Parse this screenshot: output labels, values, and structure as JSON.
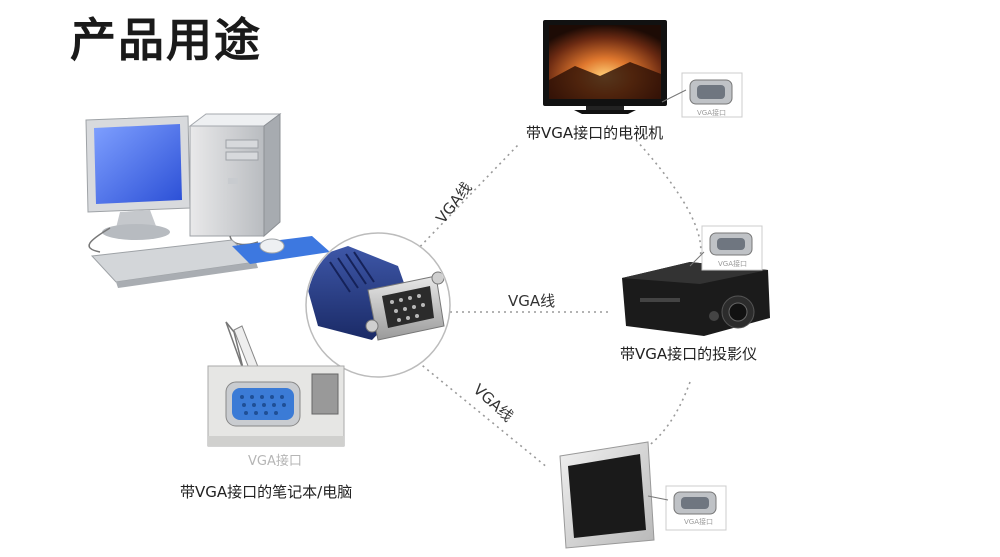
{
  "title": "产品用途",
  "center": {
    "name": "vga-connector-closeup"
  },
  "cable_label": "VGA线",
  "port_caption": "VGA接口",
  "devices": {
    "tv": "带VGA接口的电视机",
    "projector": "带VGA接口的投影仪",
    "laptop": "带VGA接口的笔记本/电脑",
    "monitor_port": "VGA接口"
  }
}
